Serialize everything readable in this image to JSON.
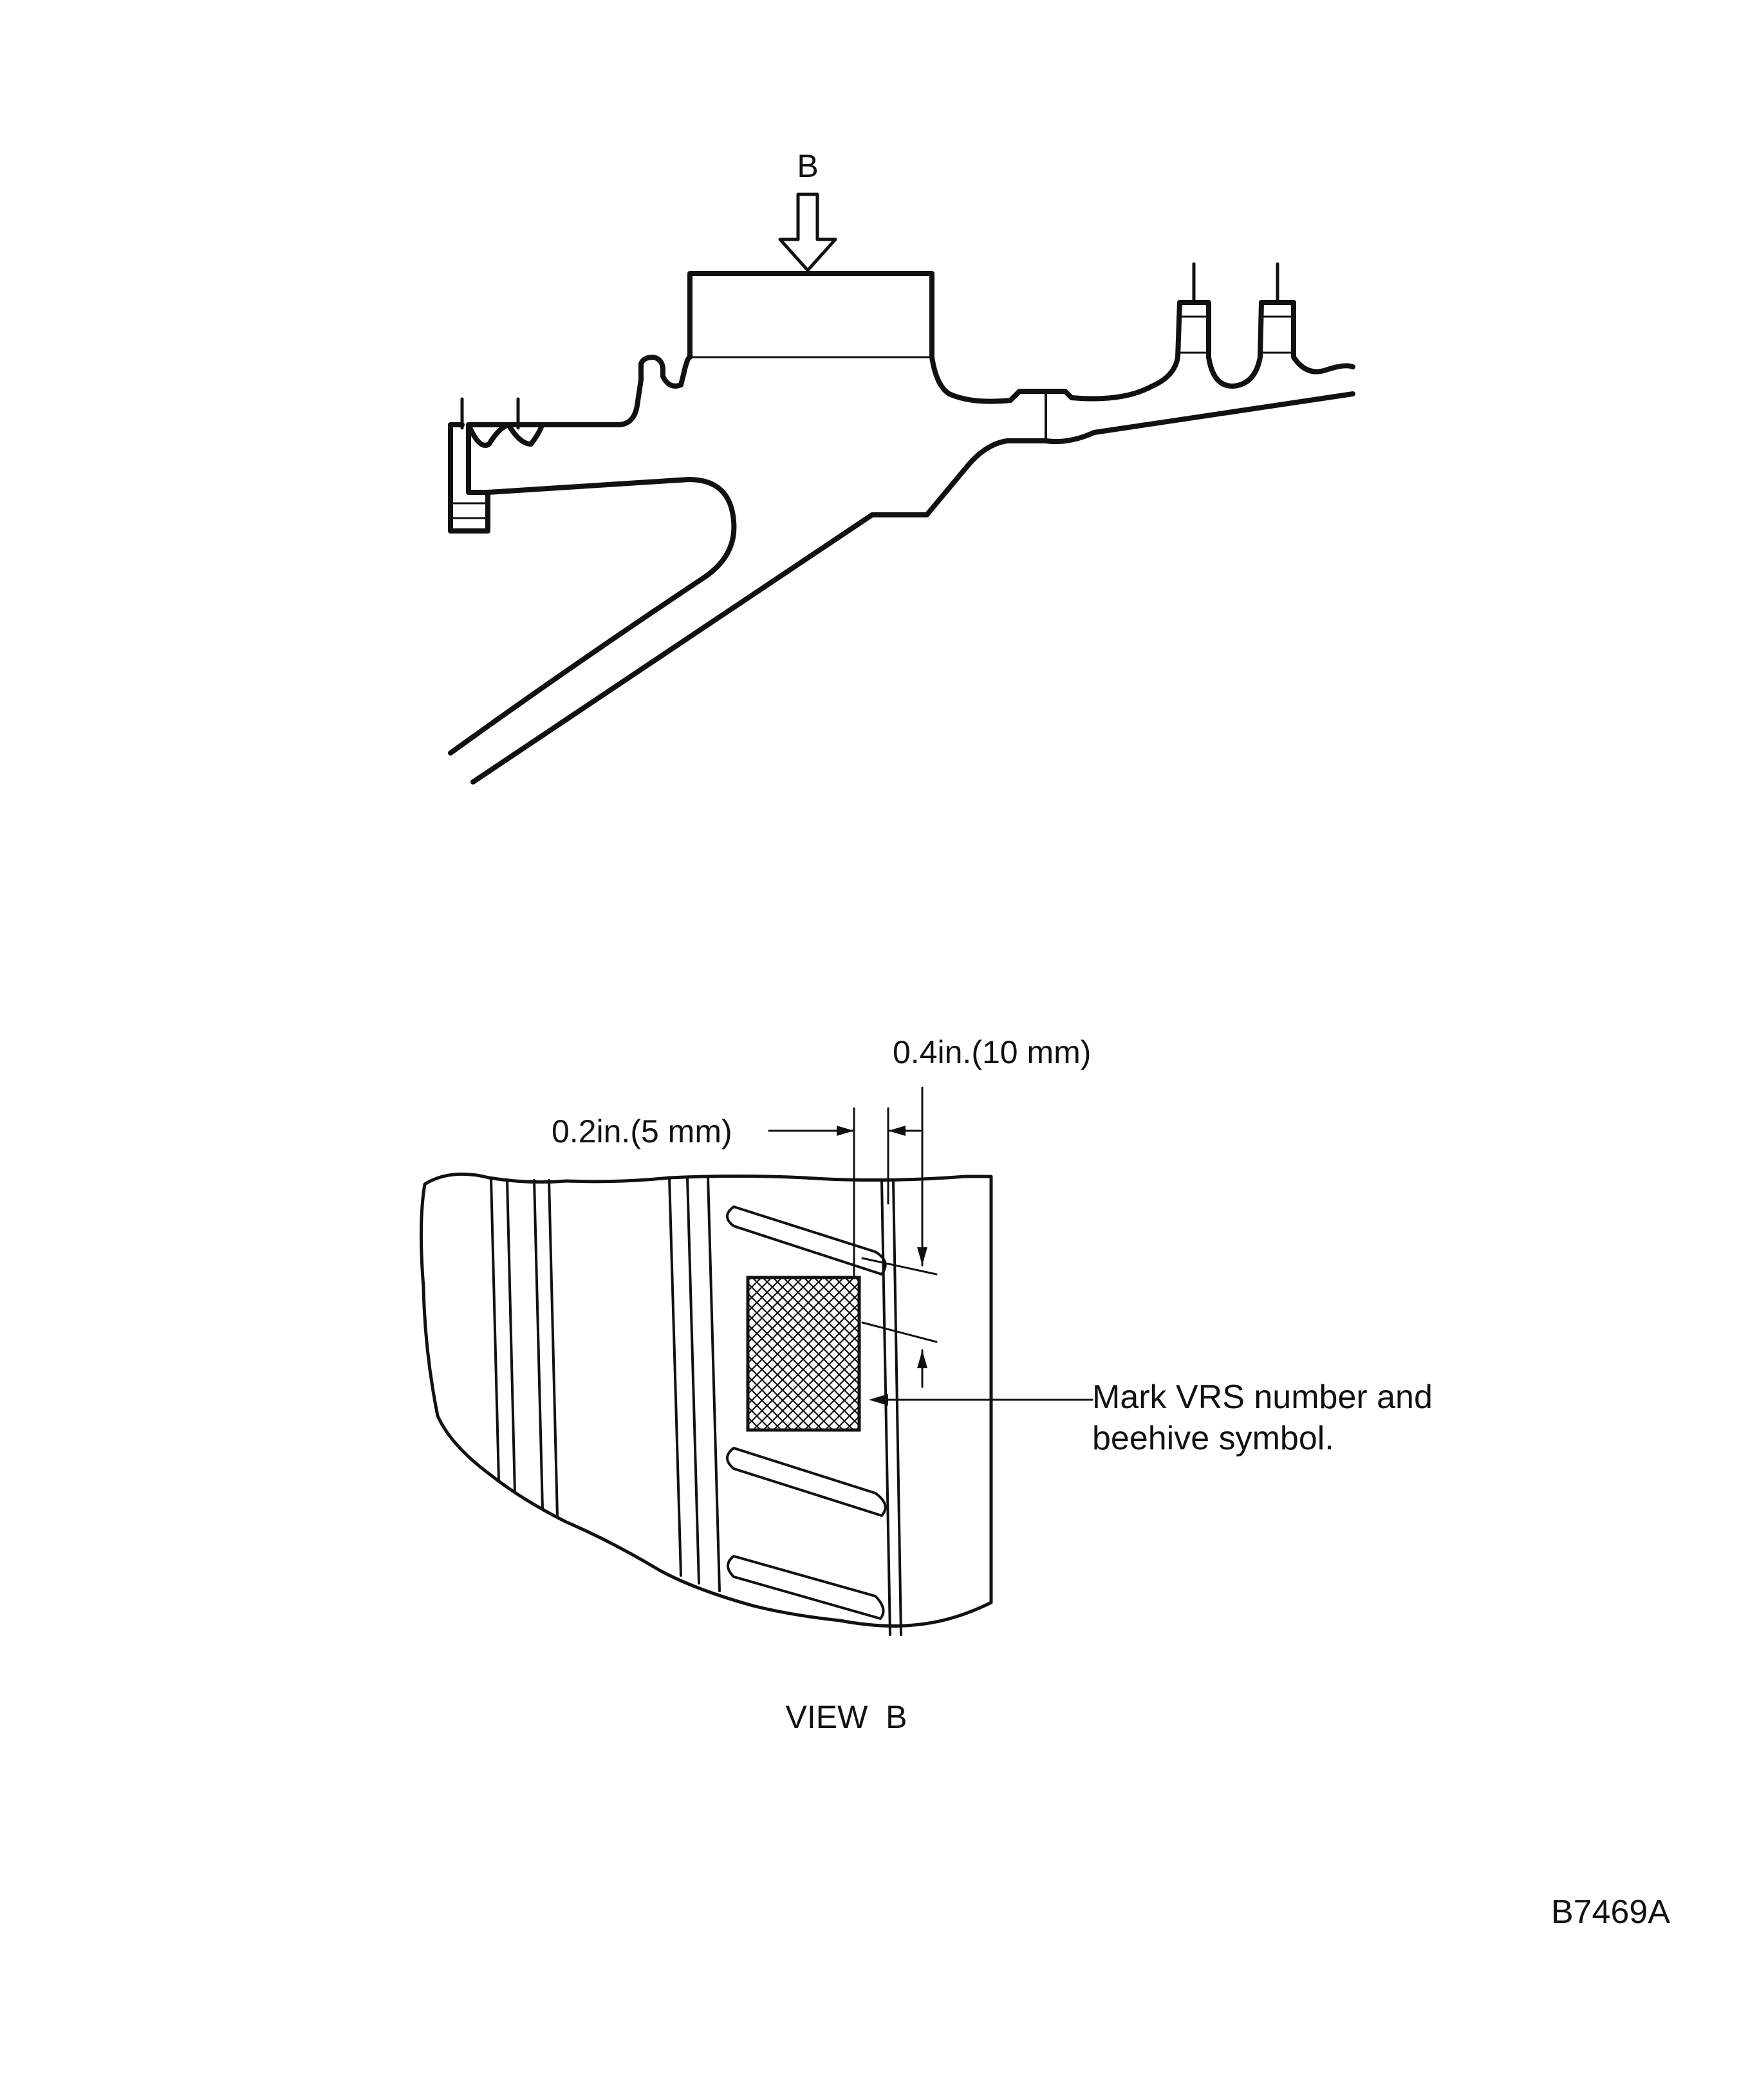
{
  "upper_view": {
    "arrow_label": "B"
  },
  "view_b": {
    "dim_horizontal": "0.2in.(5 mm)",
    "dim_vertical": "0.4in.(10 mm)",
    "callout_line1": "Mark  VRS  number and",
    "callout_line2": "beehive  symbol.",
    "caption": "VIEW  B"
  },
  "figure_id": "B7469A"
}
